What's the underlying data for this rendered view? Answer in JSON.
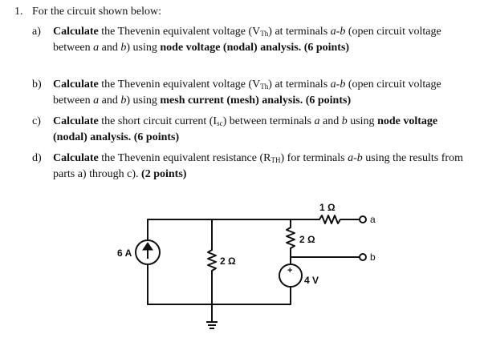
{
  "question": {
    "number": "1.",
    "intro": "For the circuit shown below:",
    "parts": [
      {
        "letter": "a)",
        "verb": "Calculate",
        "t1": " the Thevenin equivalent voltage (V",
        "sub": "Th",
        "t2": ") at terminals ",
        "terminals": "a-b",
        "t3": " (open circuit voltage between ",
        "a": "a",
        "and": " and ",
        "b": "b",
        "t4": ") using ",
        "method": "node voltage (nodal) analysis",
        "points": ". (6 points)"
      },
      {
        "letter": "b)",
        "verb": "Calculate",
        "t1": " the Thevenin equivalent voltage (V",
        "sub": "Th",
        "t2": ") at terminals ",
        "terminals": "a-b",
        "t3": " (open circuit voltage between ",
        "a": "a",
        "and": " and ",
        "b": "b",
        "t4": ") using ",
        "method": "mesh current (mesh) analysis",
        "points": ". (6 points)"
      },
      {
        "letter": "c)",
        "verb": "Calculate",
        "t1": " the short circuit current (I",
        "sub": "sc",
        "t2": ") between terminals ",
        "a": "a",
        "and": " and ",
        "b": "b",
        "t3": " using ",
        "method": "node voltage (nodal) analysis",
        "points": ". (6 points)"
      },
      {
        "letter": "d)",
        "verb": "Calculate",
        "t1": " the Thevenin equivalent resistance (R",
        "sub": "TH",
        "t2": ") for terminals ",
        "terminals": "a-b",
        "t3": " using the results from parts a) through c). ",
        "points": "(2 points)"
      }
    ]
  },
  "circuit": {
    "current_source": "6 A",
    "r_shunt": "2 Ω",
    "r_series_top": "1 Ω",
    "r_vertical": "2 Ω",
    "voltage_source": "4 V",
    "voltage_plus": "+",
    "terminal_a": "a",
    "terminal_b": "b"
  }
}
